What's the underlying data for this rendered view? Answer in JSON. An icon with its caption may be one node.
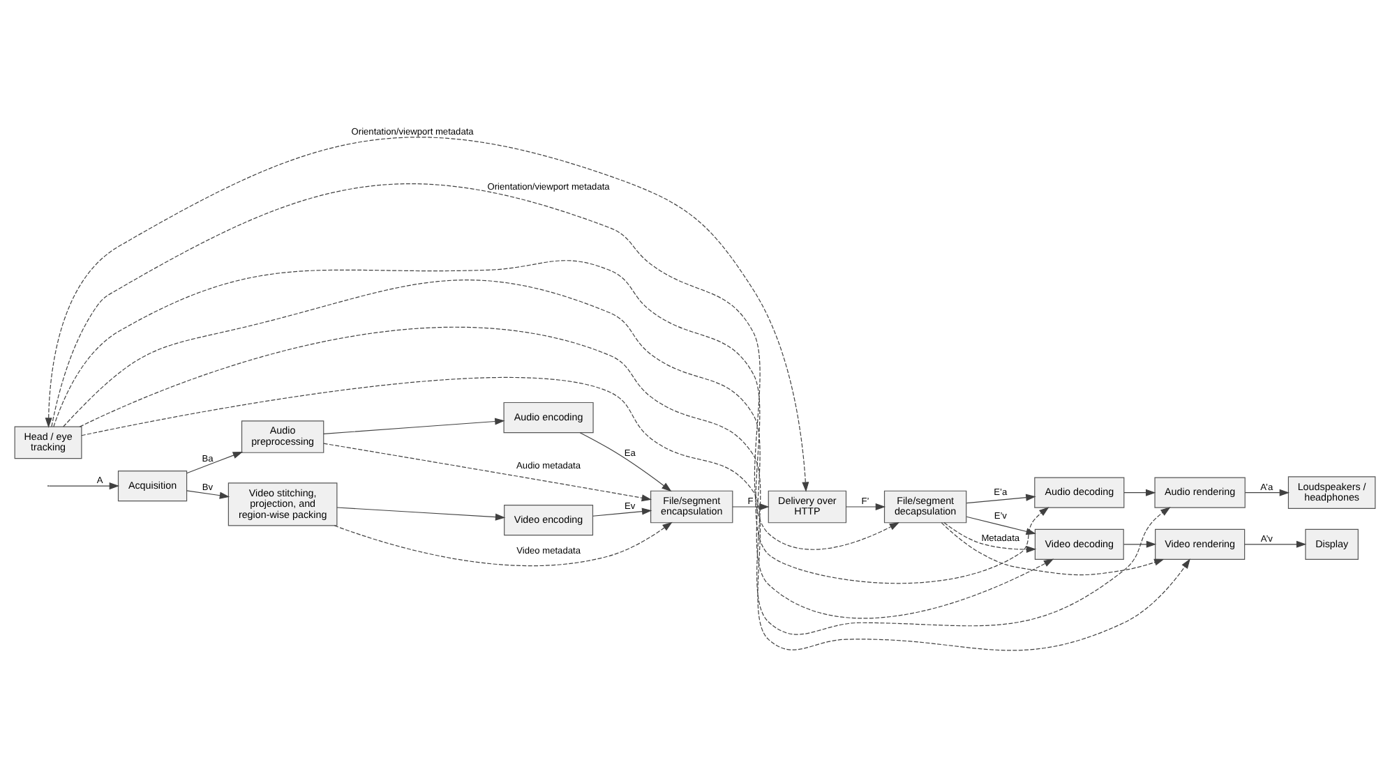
{
  "diagram": {
    "nodes": [
      {
        "text": [
          "Acquisition"
        ]
      },
      {
        "text": [
          "Audio preprocessing"
        ]
      },
      {
        "text": [
          "Video stitching, projection, and region-wise packing"
        ]
      },
      {
        "text": [
          "Audio encoding"
        ]
      },
      {
        "text": [
          "Video encoding"
        ]
      },
      {
        "text": [
          "File/segment encapsulation"
        ]
      },
      {
        "text": [
          "Delivery over HTTP"
        ]
      },
      {
        "text": [
          "File/segment decapsulation"
        ]
      },
      {
        "text": [
          "Audio decoding"
        ]
      },
      {
        "text": [
          "Video decoding"
        ]
      },
      {
        "text": [
          "Audio rendering"
        ]
      },
      {
        "text": [
          "Video rendering"
        ]
      },
      {
        "text": [
          "Loudspeakers / headphones"
        ]
      },
      {
        "text": [
          "Display"
        ]
      },
      {
        "text": [
          "Head / eye tracking"
        ]
      }
    ],
    "edges": [
      {
        "from": null,
        "to": 0,
        "arrow": "to",
        "label": "A"
      },
      {
        "from": 0,
        "to": 1,
        "arrow": "to",
        "label": "Ba"
      },
      {
        "from": 0,
        "to": 2,
        "arrow": "to",
        "label": "Bv"
      },
      {
        "from": 1,
        "to": 3,
        "arrow": "to"
      },
      {
        "from": 2,
        "to": 4,
        "arrow": "to"
      },
      {
        "from": 3,
        "to": 5,
        "arrow": "to",
        "label": "Ea"
      },
      {
        "from": 4,
        "to": 5,
        "arrow": "to",
        "label": "Ev"
      },
      {
        "from": 1,
        "to": 5,
        "arrow": "to",
        "label": "Audio metadata",
        "style": "dashed"
      },
      {
        "from": 2,
        "to": 5,
        "arrow": "to",
        "label": "Video metadata",
        "style": "dashed"
      },
      {
        "from": 5,
        "to": 6,
        "arrow": "to",
        "label": "F"
      },
      {
        "from": 6,
        "to": 7,
        "arrow": "to",
        "label": "F’"
      },
      {
        "from": 7,
        "to": 8,
        "arrow": "to",
        "label": "E’a"
      },
      {
        "from": 7,
        "to": 9,
        "arrow": "to",
        "label": "E’v"
      },
      {
        "from": 8,
        "to": 10,
        "arrow": "to"
      },
      {
        "from": 9,
        "to": 11,
        "arrow": "to"
      },
      {
        "from": 10,
        "to": 12,
        "arrow": "to",
        "label": "A’a"
      },
      {
        "from": 11,
        "to": 13,
        "arrow": "to",
        "label": "A’v"
      },
      {
        "from": 7,
        "to": 9,
        "arrow": "to",
        "label": "Metadata",
        "style": "dashed"
      },
      {
        "from": 7,
        "to": 11,
        "arrow": "to",
        "style": "dashed"
      },
      {
        "from": 14,
        "to": 8,
        "arrow": "to",
        "style": "dashed"
      },
      {
        "from": 14,
        "to": 10,
        "arrow": "to",
        "style": "dashed"
      },
      {
        "from": 14,
        "to": 7,
        "arrow": "to",
        "label": "Orientation/viewport metadata",
        "style": "dashed"
      },
      {
        "from": 14,
        "to": 9,
        "arrow": "to",
        "style": "dashed"
      },
      {
        "from": 14,
        "to": 11,
        "arrow": "to",
        "style": "dashed"
      },
      {
        "from": 14,
        "to": 6,
        "arrow": "both",
        "label": "Orientation/viewport metadata",
        "style": "dashed"
      }
    ]
  }
}
